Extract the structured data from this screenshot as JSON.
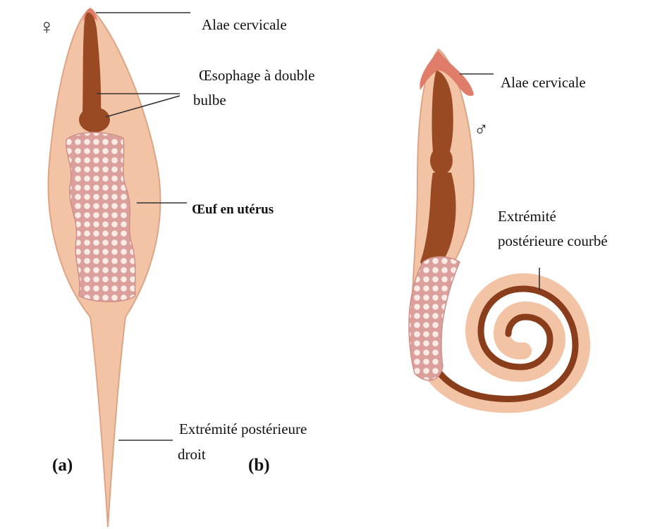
{
  "female": {
    "symbol": "♀",
    "panel_label": "(a)",
    "labels": {
      "alae": "Alae cervicale",
      "oesophage_line1": "Œsophage à double",
      "oesophage_line2": "bulbe",
      "oeuf": "Œuf en utérus",
      "extremite_line1": "Extrémité postérieure",
      "extremite_line2": "droit"
    }
  },
  "male": {
    "symbol": "♂",
    "panel_label": "(b)",
    "labels": {
      "alae": "Alae cervicale",
      "extremite_line1": "Extrémité",
      "extremite_line2": "postérieure courbé"
    }
  },
  "colors": {
    "body": "#f2c3a5",
    "outline": "#d9a385",
    "organ": "#9a4a22",
    "egg_fill": "#e2a3a0",
    "alae": "#e07d6a"
  }
}
